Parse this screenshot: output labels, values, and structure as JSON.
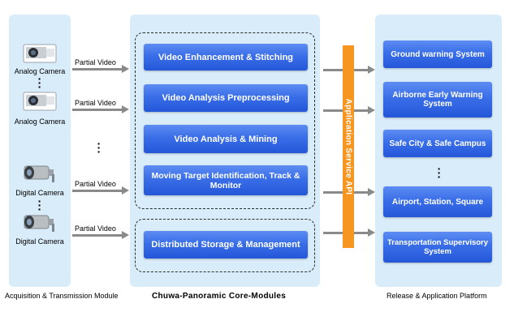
{
  "sources": [
    {
      "label": "Analog Camera",
      "link": "Partial Video",
      "icon": "analog-camera-icon"
    },
    {
      "label": "Analog Camera",
      "link": "Partial Video",
      "icon": "analog-camera-icon"
    },
    {
      "label": "Digital Camera",
      "link": "Partial Video",
      "icon": "digital-camera-icon"
    },
    {
      "label": "Digital Camera",
      "link": "Partial Video",
      "icon": "digital-camera-icon"
    }
  ],
  "core_modules": [
    "Video Enhancement & Stitching",
    "Video Analysis Preprocessing",
    "Video Analysis & Mining",
    "Moving Target Identification, Track & Monitor",
    "Distributed Storage & Management"
  ],
  "api_label": "Application Service API",
  "platforms": [
    "Ground warning System",
    "Airborne Early Warning System",
    "Safe City & Safe Campus",
    "Airport, Station, Square",
    "Transportation Supervisory System"
  ],
  "captions": {
    "left": "Acquisition & Transmission Module",
    "middle": "Chuwa-Panoramic Core-Modules",
    "right": "Release & Application Platform"
  },
  "colors": {
    "panel": "#d9ecf9",
    "module_blue": "#3a6ee8",
    "api_orange": "#f79521",
    "arrow_gray": "#8a8a8a"
  }
}
